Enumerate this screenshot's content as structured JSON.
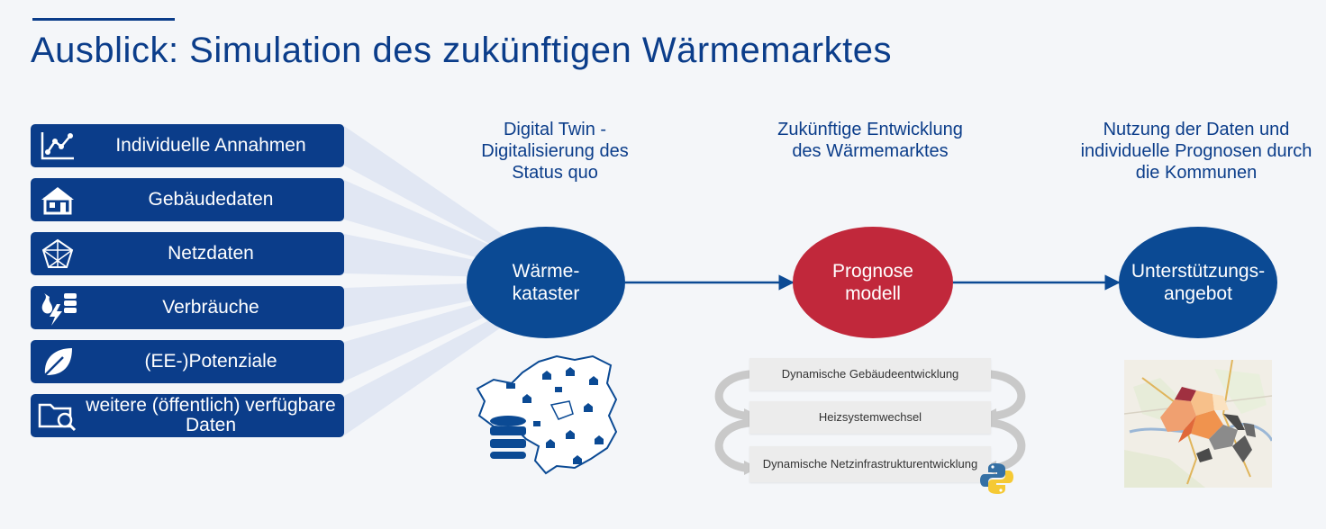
{
  "title": "Ausblick: Simulation des zukünftigen Wärmemarktes",
  "sources": [
    {
      "label": "Individuelle Annahmen",
      "icon": "line-chart-icon"
    },
    {
      "label": "Gebäudedaten",
      "icon": "house-icon"
    },
    {
      "label": "Netzdaten",
      "icon": "network-icon"
    },
    {
      "label": "Verbräuche",
      "icon": "energy-consumption-icon"
    },
    {
      "label": "(EE-)Potenziale",
      "icon": "leaf-icon"
    },
    {
      "label": "weitere (öffentlich) verfügbare Daten",
      "icon": "folder-search-icon"
    }
  ],
  "stages": [
    {
      "heading": "Digital Twin - Digitalisierung des Status quo",
      "circle": "Wärme-kataster",
      "color": "#0b4a94"
    },
    {
      "heading": "Zukünftige Entwicklung des Wärmemarktes",
      "circle": "Prognose modell",
      "color": "#c1283b"
    },
    {
      "heading": "Nutzung der Daten und individuelle Prognosen durch die Kommunen",
      "circle": "Unterstützungs-angebot",
      "color": "#0b4a94"
    }
  ],
  "model_steps": [
    "Dynamische Gebäudeentwicklung",
    "Heizsystemwechsel",
    "Dynamische Netzinfrastrukturentwicklung"
  ],
  "colors": {
    "brand": "#0b3d8a",
    "forecast": "#c1283b"
  }
}
